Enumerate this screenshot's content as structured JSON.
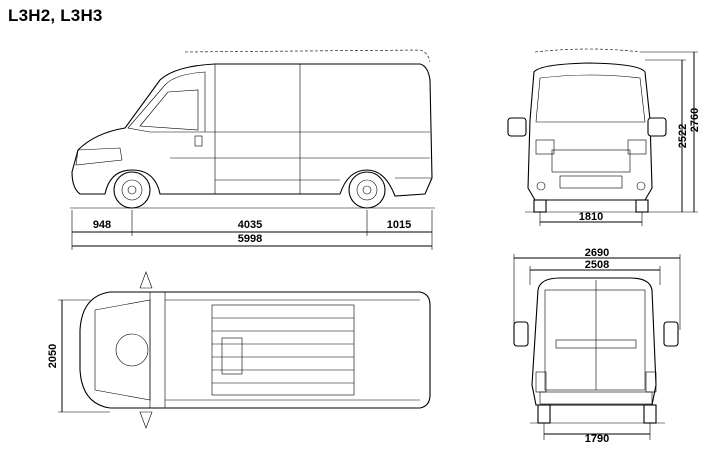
{
  "title": "L3H2, L3H3",
  "side_view": {
    "front_overhang": "948",
    "wheelbase": "4035",
    "rear_overhang": "1015",
    "overall_length": "5998"
  },
  "front_view": {
    "height_h3": "2760",
    "height_h2": "2522",
    "track_front": "1810"
  },
  "top_view": {
    "width": "2050"
  },
  "rear_view": {
    "width_mirrors": "2690",
    "width_body": "2508",
    "track_rear": "1790"
  }
}
